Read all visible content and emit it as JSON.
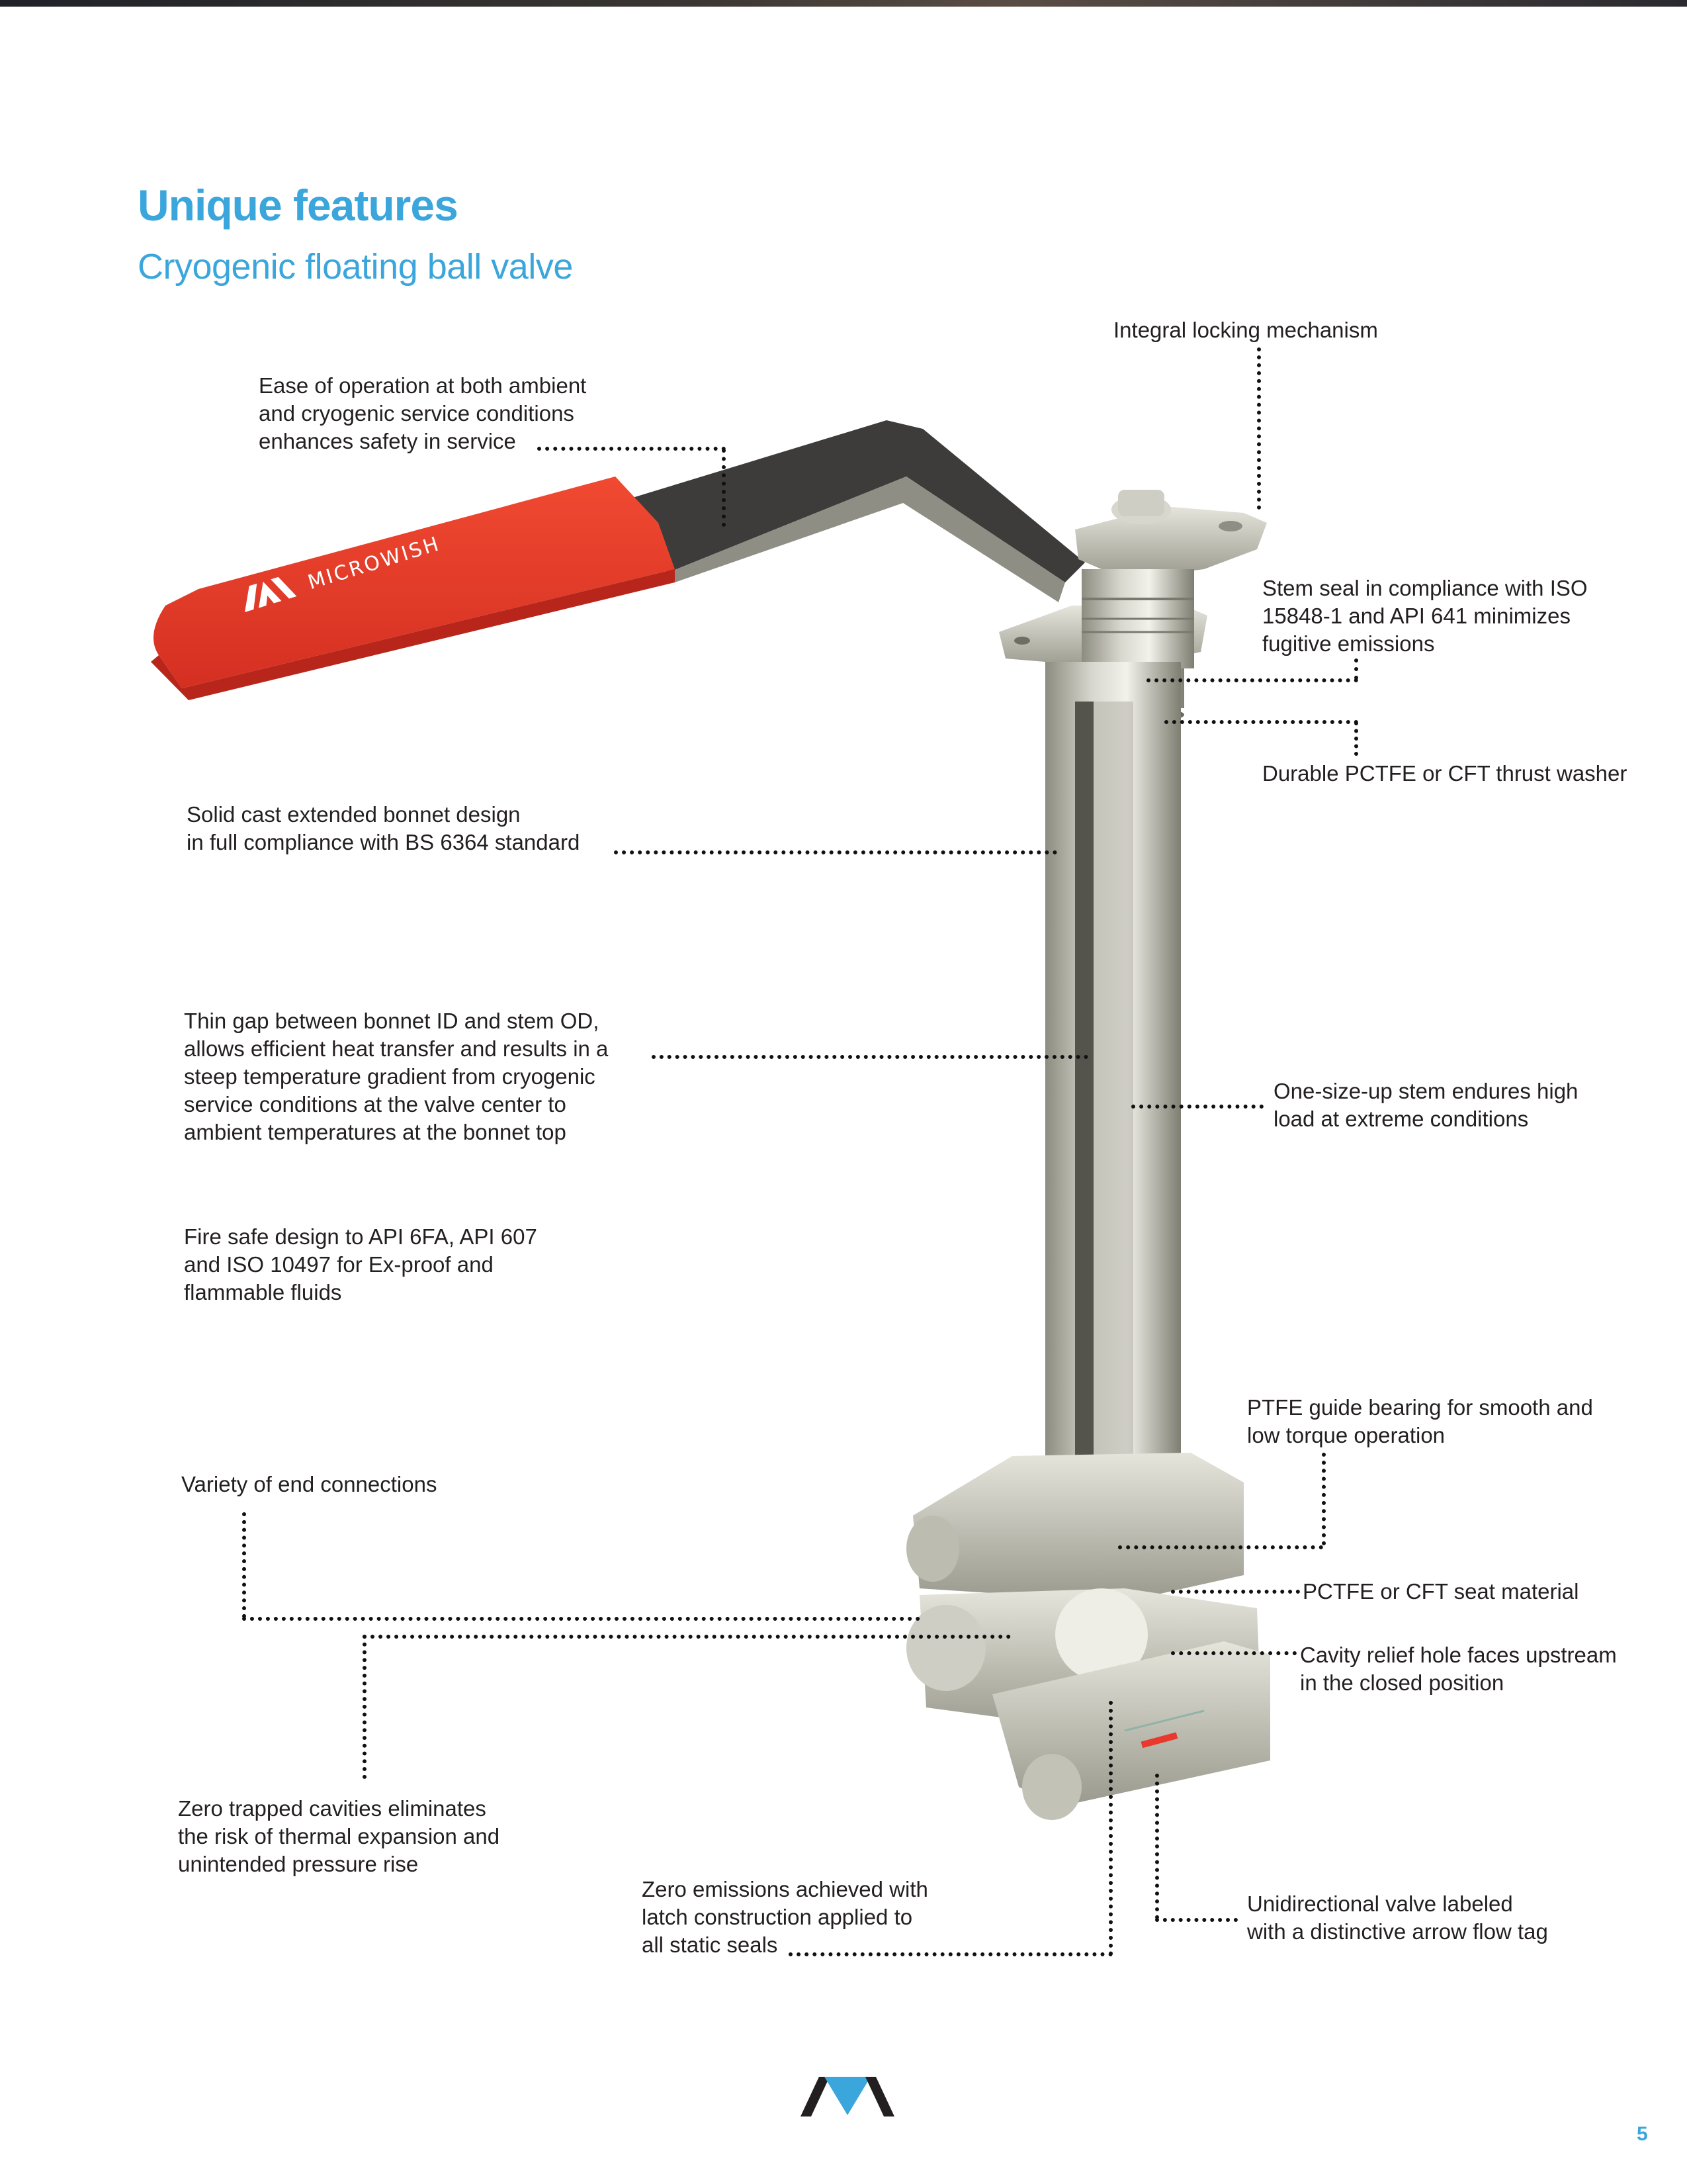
{
  "page": {
    "title": "Unique features",
    "subtitle": "Cryogenic floating ball valve",
    "page_number": "5",
    "accent_color": "#3aa6dc",
    "handle_color": "#e8392c"
  },
  "product_image": {
    "description": "Cryogenic floating ball valve with extended bonnet and red lever handle",
    "handle_brand": "MICROWISH",
    "icon": "valve-illustration"
  },
  "callouts": {
    "ease_of_operation": "Ease of operation at both ambient\nand cryogenic service conditions\nenhances safety in service",
    "integral_locking": "Integral locking mechanism",
    "stem_seal": "Stem seal in compliance with ISO\n15848-1 and API 641 minimizes\nfugitive emissions",
    "thrust_washer": "Durable PCTFE or CFT thrust washer",
    "solid_cast_bonnet": "Solid cast extended bonnet design\nin full compliance with BS 6364 standard",
    "thin_gap": "Thin gap between bonnet ID and stem OD,\nallows efficient heat transfer and results in a\nsteep temperature gradient from cryogenic\nservice conditions at the valve center to\nambient temperatures at the bonnet top",
    "one_size_up_stem": "One-size-up stem endures high\nload at extreme conditions",
    "fire_safe": "Fire safe design to API 6FA, API 607\nand ISO 10497 for Ex-proof and\nflammable fluids",
    "ptfe_guide_bearing": "PTFE guide bearing for smooth and\nlow torque operation",
    "end_connections": "Variety of end connections",
    "seat_material": "PCTFE or CFT seat material",
    "cavity_relief": "Cavity relief hole faces upstream\nin the closed position",
    "zero_trapped_cavities": "Zero trapped cavities eliminates\nthe risk of thermal expansion and\nunintended pressure rise",
    "zero_emissions": "Zero emissions achieved with\nlatch construction applied to\nall static seals",
    "unidirectional": "Unidirectional valve labeled\nwith a distinctive arrow flow tag"
  },
  "footer": {
    "logo": "AVA-logo"
  }
}
